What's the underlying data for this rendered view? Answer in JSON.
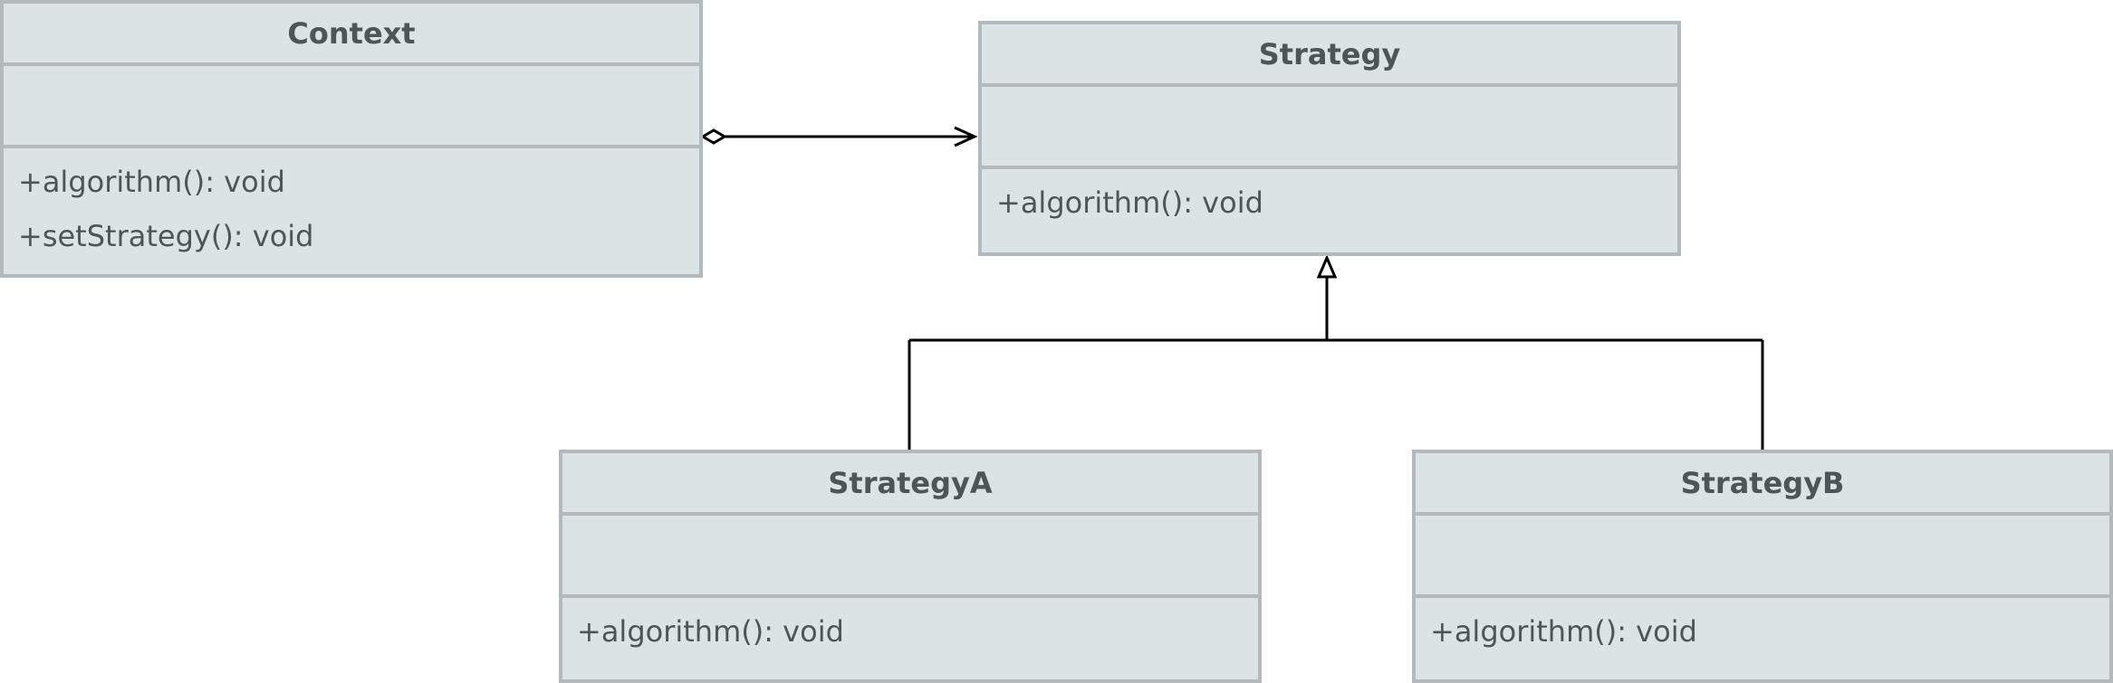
{
  "diagram": {
    "classes": {
      "context": {
        "name": "Context",
        "operations": [
          "+algorithm(): void",
          "+setStrategy(): void"
        ]
      },
      "strategy": {
        "name": "Strategy",
        "operations": [
          "+algorithm(): void"
        ]
      },
      "strategy_a": {
        "name": "StrategyA",
        "operations": [
          "+algorithm(): void"
        ]
      },
      "strategy_b": {
        "name": "StrategyB",
        "operations": [
          "+algorithm(): void"
        ]
      }
    },
    "relationships": [
      {
        "type": "aggregation",
        "from": "Context",
        "to": "Strategy"
      },
      {
        "type": "generalization",
        "from": "StrategyA",
        "to": "Strategy"
      },
      {
        "type": "generalization",
        "from": "StrategyB",
        "to": "Strategy"
      }
    ],
    "colors": {
      "class_fill": "#dbe3e5",
      "class_border": "#b4b9bb",
      "text": "#4e5558",
      "connector": "#000000"
    }
  }
}
